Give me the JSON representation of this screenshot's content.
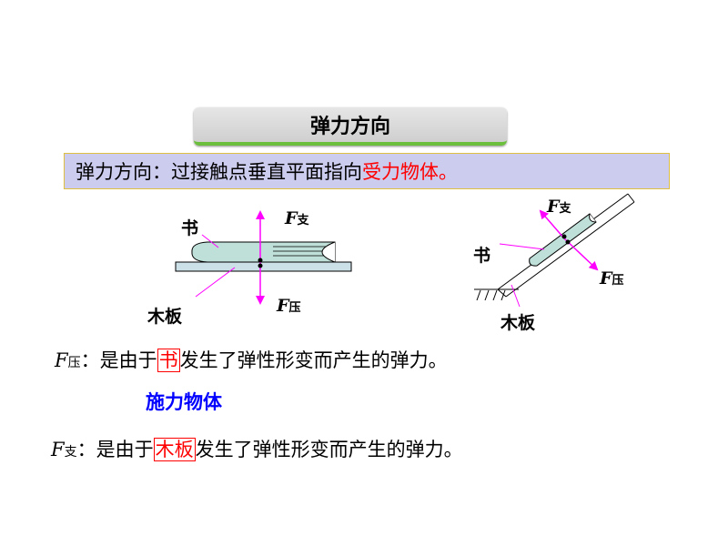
{
  "title": "弹力方向",
  "definition": {
    "prefix": "弹力方向：过接触点垂直平面指向",
    "highlight": "受力物体。"
  },
  "diagram_left": {
    "book_label": "书",
    "board_label": "木板",
    "f_up_letter": "F",
    "f_up_sub": "支",
    "f_down_letter": "F",
    "f_down_sub": "压"
  },
  "diagram_right": {
    "book_label": "书",
    "board_label": "木板",
    "f_support_letter": "F",
    "f_support_sub": "支",
    "f_press_letter": "F",
    "f_press_sub": "压"
  },
  "line1": {
    "letter": "F",
    "sub": "压",
    "before": "：是由于",
    "highlight": "书",
    "after": "发生了弹性形变而产生的弹力。"
  },
  "applier_label": "施力物体",
  "line2": {
    "letter": "F",
    "sub": "支",
    "before": "：是由于",
    "highlight": "木板",
    "after": "发生了弹性形变而产生的弹力。"
  }
}
